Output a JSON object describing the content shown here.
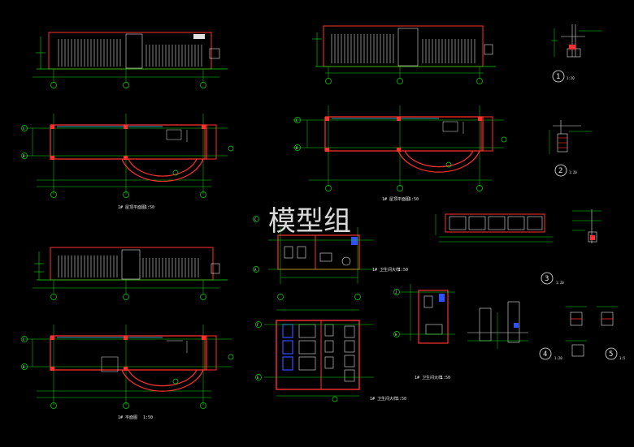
{
  "watermark": "模型组",
  "captions": {
    "plan_top_left": "1# 屋顶平面图",
    "plan_top_right": "1# 屋顶平面图",
    "toilet_plan_a": "1# 卫生间大样",
    "toilet_plan_b": "1# 卫生间大样",
    "toilet_plan_c": "1# 卫生间大样",
    "toilet_plan_d": "1# 卫生间大样",
    "plan_bottom_left": "1# 平面图"
  },
  "scales": {
    "s150a": "1:50",
    "s150b": "1:50",
    "s150c": "1:50",
    "s150d": "1:50",
    "s150e": "1:50",
    "s120a": "1:20",
    "s120b": "1:20",
    "s120c": "1:20",
    "s120d": "1:20",
    "s15": "1:5"
  },
  "detail_numbers": [
    "1",
    "2",
    "3",
    "4",
    "5"
  ],
  "axis_letters": {
    "c1": "C",
    "b1": "B",
    "c2": "C",
    "b2": "B",
    "c3": "C",
    "b3": "B",
    "c4": "C",
    "a4": "A",
    "f5": "F",
    "e5": "E",
    "j6": "J",
    "h6": "H"
  },
  "colors": {
    "background": "#000000",
    "wall": "#ff3030",
    "dimension": "#00e000",
    "hatch": "#e0e0e0",
    "fixture": "#3050ff",
    "glass": "#40d8ff",
    "text": "#e8e8e8"
  }
}
